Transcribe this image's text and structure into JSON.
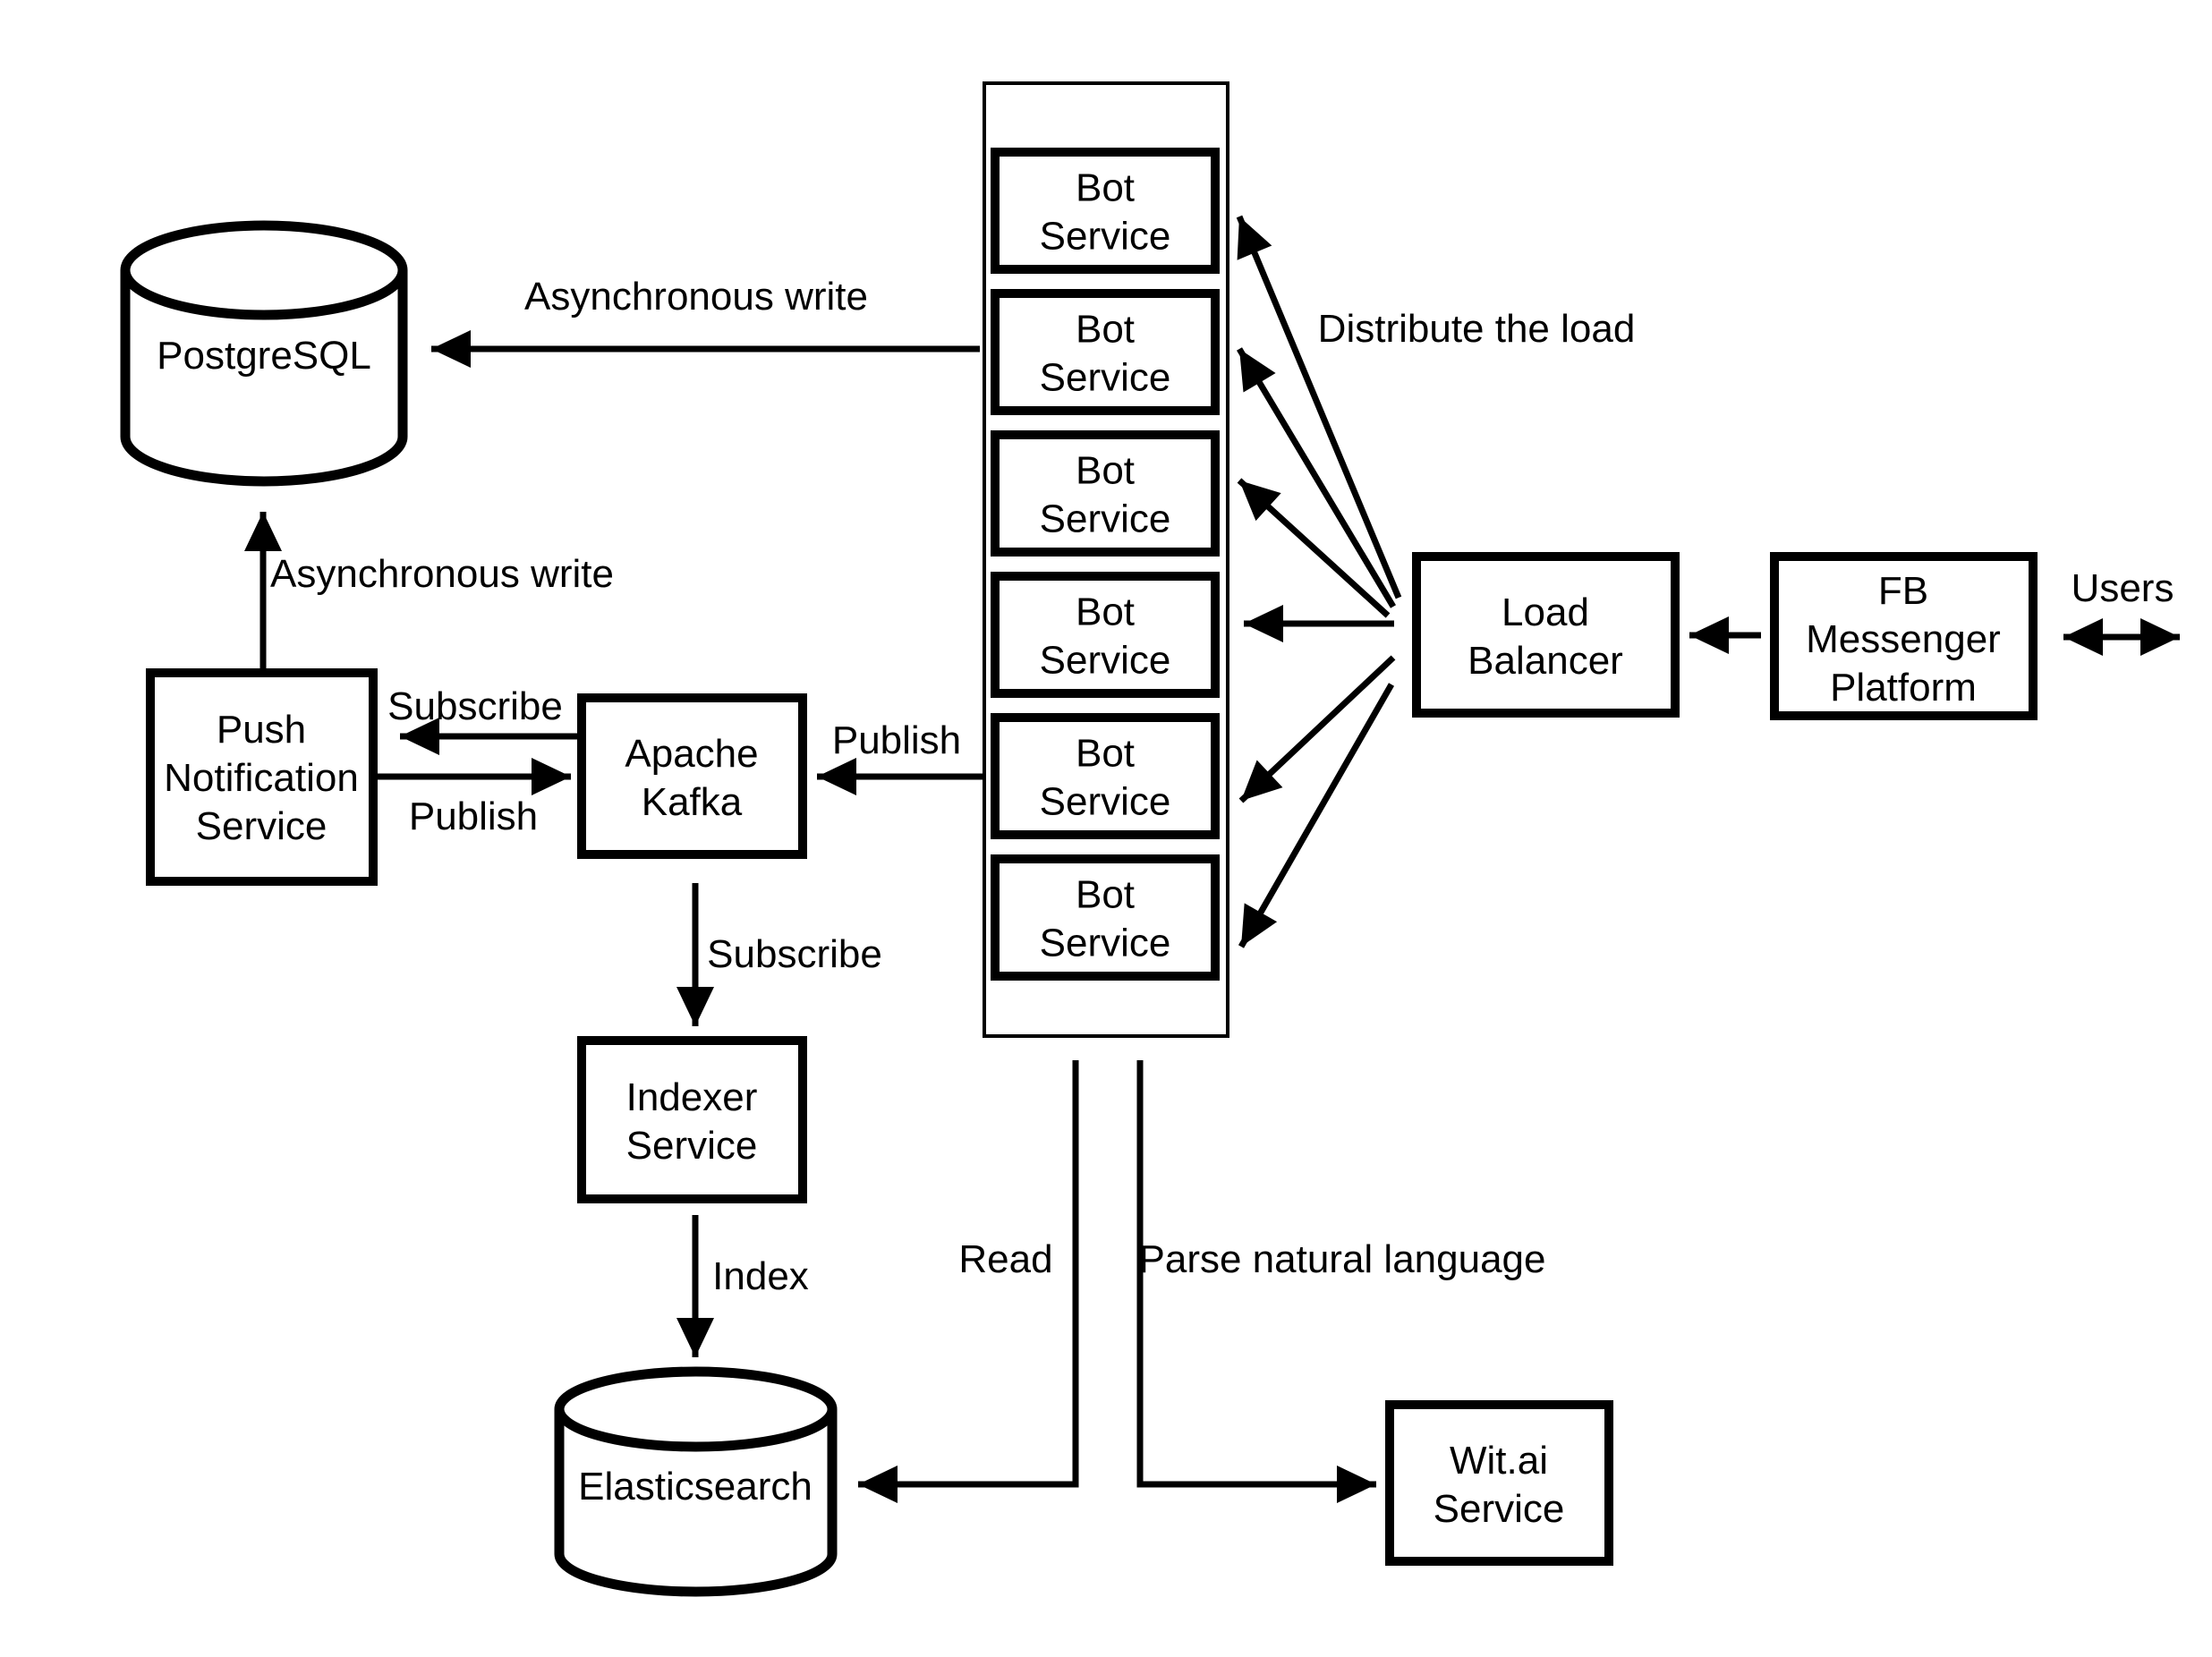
{
  "colors": {
    "ink": "#000000",
    "background": "#ffffff"
  },
  "nodes": {
    "postgresql": {
      "label": "PostgreSQL",
      "type": "database"
    },
    "elasticsearch": {
      "label": "Elasticsearch",
      "type": "database"
    },
    "push_notification": {
      "line1": "Push",
      "line2": "Notification",
      "line3": "Service"
    },
    "apache_kafka": {
      "line1": "Apache",
      "line2": "Kafka"
    },
    "indexer_service": {
      "line1": "Indexer",
      "line2": "Service"
    },
    "load_balancer": {
      "line1": "Load",
      "line2": "Balancer"
    },
    "fb_messenger": {
      "line1": "FB",
      "line2": "Messenger",
      "line3": "Platform"
    },
    "wit_ai": {
      "line1": "Wit.ai",
      "line2": "Service"
    },
    "users": {
      "label": "Users"
    },
    "bot_services": [
      {
        "line1": "Bot",
        "line2": "Service"
      },
      {
        "line1": "Bot",
        "line2": "Service"
      },
      {
        "line1": "Bot",
        "line2": "Service"
      },
      {
        "line1": "Bot",
        "line2": "Service"
      },
      {
        "line1": "Bot",
        "line2": "Service"
      },
      {
        "line1": "Bot",
        "line2": "Service"
      }
    ]
  },
  "edges": {
    "asynchronous_write_top": {
      "label": "Asynchronous write"
    },
    "asynchronous_write_left": {
      "label": "Asynchronous write"
    },
    "subscribe_push": {
      "label": "Subscribe"
    },
    "publish_push": {
      "label": "Publish"
    },
    "publish_bots": {
      "label": "Publish"
    },
    "subscribe_indexer": {
      "label": "Subscribe"
    },
    "index": {
      "label": "Index"
    },
    "read": {
      "label": "Read"
    },
    "parse_natural_language": {
      "label": "Parse natural language"
    },
    "distribute_the_load": {
      "label": "Distribute the load"
    }
  }
}
